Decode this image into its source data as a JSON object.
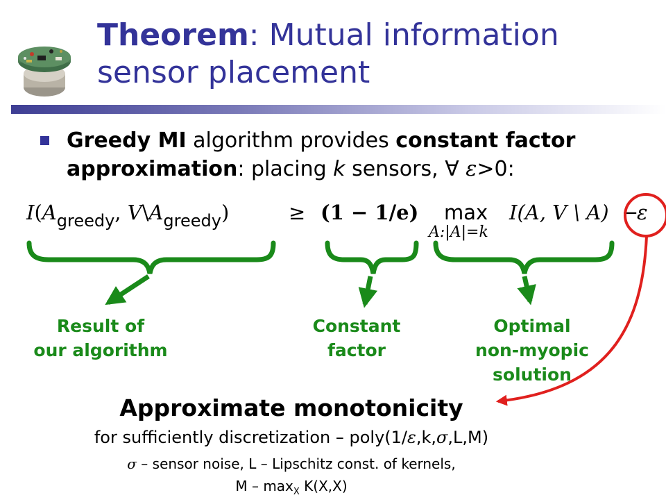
{
  "slide": {
    "title_bold": "Theorem",
    "title_rest": ": Mutual information sensor placement",
    "bullet": {
      "b1": "Greedy MI",
      "t1": " algorithm provides ",
      "b2": "constant factor approximation",
      "t2": ": placing ",
      "k": "k",
      "t3": " sensors, ",
      "forall": "∀",
      "eps": "ε",
      "t4": ">0:"
    },
    "formula": {
      "I1": "I",
      "lp1": "(",
      "A1": "A",
      "greedy1": "greedy",
      "comma1": ",",
      "V1": "V",
      "bs1": "\\",
      "A2": "A",
      "greedy2": "greedy",
      "rp1": ")",
      "geq": "≥",
      "factor": "(1 − 1/e)",
      "max": "max",
      "sub": "A:|A|=k",
      "I2": "I",
      "arg2": "(A, V \\ A)",
      "minus": "−",
      "eps": "ε"
    },
    "labels": {
      "result_line1": "Result of",
      "result_line2": "our algorithm",
      "constant_line1": "Constant",
      "constant_line2": "factor",
      "optimal_line1": "Optimal",
      "optimal_line2": "non-myopic",
      "optimal_line3": "solution"
    },
    "approx_heading": "Approximate monotonicity",
    "line1": {
      "pre": "for sufficiently discretization – poly(1/",
      "eps": "ε",
      "mid1": ",k,",
      "sigma": "σ",
      "post": ",L,M)"
    },
    "line2": {
      "sigma": "σ",
      "text": " – sensor noise, L – Lipschitz const. of kernels,"
    },
    "line3": {
      "pre": "M – max",
      "sub": "X",
      "post": " K(X,X)"
    },
    "colors": {
      "title": "#333399",
      "brace_green": "#1a8a1a",
      "label_green": "#1a8a1a",
      "circle_red": "#e0201e"
    },
    "icon": "sensor-node-icon"
  }
}
